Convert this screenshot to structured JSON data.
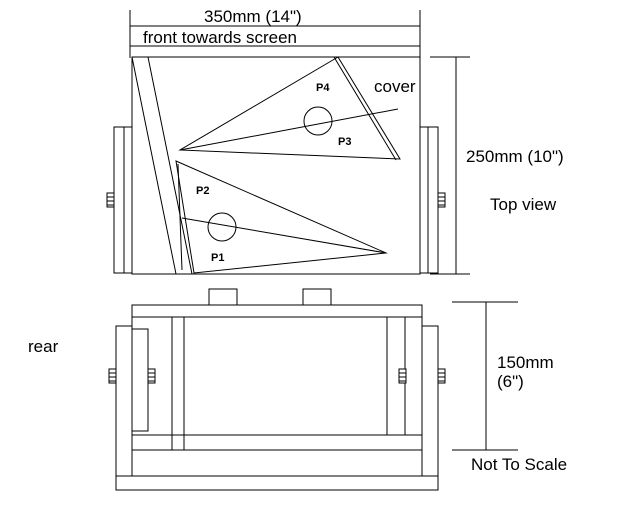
{
  "diagram": {
    "labels": {
      "width_dim": "350mm (14\")",
      "front_note": "front towards screen",
      "cover": "cover",
      "depth_dim": "250mm (10\")",
      "top_view": "Top view",
      "rear": "rear",
      "height_dim_line1": "150mm",
      "height_dim_line2": "(6\")",
      "not_to_scale": "Not To Scale"
    },
    "panels": {
      "p1": "P1",
      "p2": "P2",
      "p3": "P3",
      "p4": "P4"
    }
  }
}
